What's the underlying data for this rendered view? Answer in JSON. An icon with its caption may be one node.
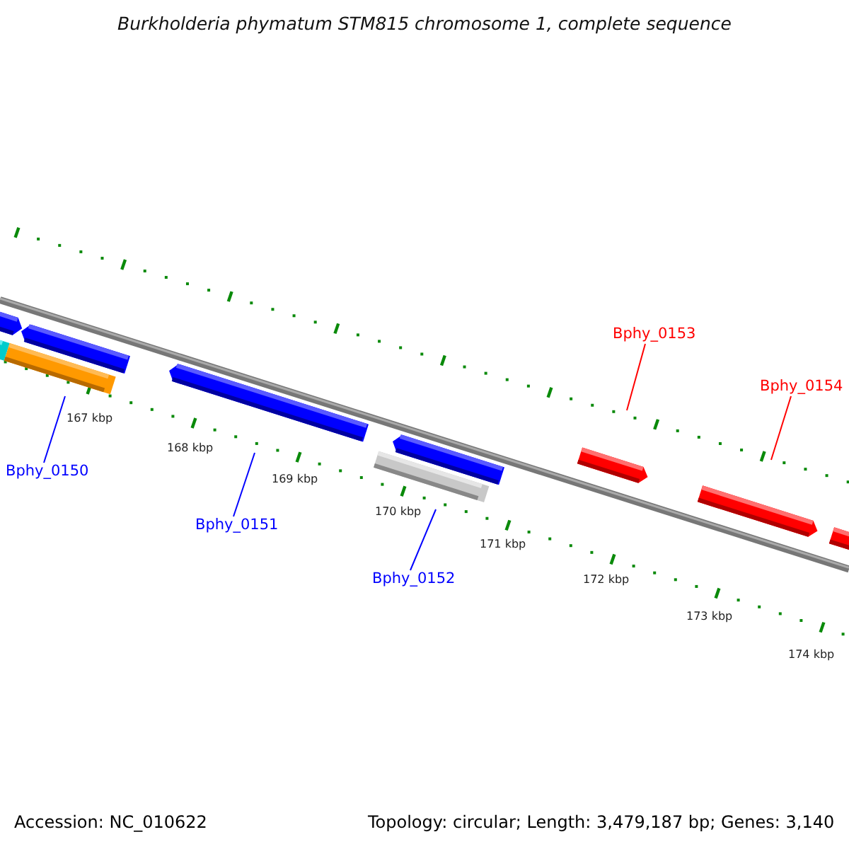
{
  "diagram": {
    "title": "Burkholderia phymatum STM815 chromosome 1, complete sequence",
    "nodes": [
      {
        "text": [
          "Bphy_0150"
        ]
      },
      {
        "text": [
          "Bphy_0151"
        ]
      },
      {
        "text": [
          "Bphy_0152"
        ]
      },
      {
        "text": [
          "Bphy_0153"
        ]
      },
      {
        "text": [
          "Bphy_0154"
        ]
      }
    ],
    "edges": [
      {
        "from": 0,
        "to": null,
        "arrow": "none"
      },
      {
        "from": 1,
        "to": null,
        "arrow": "none"
      },
      {
        "from": 2,
        "to": null,
        "arrow": "none"
      },
      {
        "from": 3,
        "to": null,
        "arrow": "none",
        "color": "#ff0000"
      },
      {
        "from": 4,
        "to": null,
        "arrow": "none",
        "color": "#ff0000"
      }
    ],
    "labels": [
      "167 kbp",
      "168 kbp",
      "169 kbp",
      "170 kbp",
      "171 kbp",
      "172 kbp",
      "173 kbp",
      "174 kbp",
      "Accession: NC_010622",
      "Topology: circular; Length: 3,479,187 bp; Genes: 3,140"
    ]
  }
}
